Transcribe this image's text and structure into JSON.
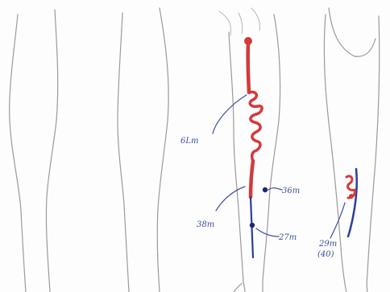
{
  "colors": {
    "vein_red": "#d33a3a",
    "vein_blue": "#2a3ea0",
    "ink": "#3d4f9a",
    "outline": "#9a9a9a"
  },
  "annotations": {
    "label_upper": "6Lm",
    "label_mid_right": "36m",
    "label_mid_left": "38m",
    "label_lower_right": "27m",
    "label_side_line1": "29m",
    "label_side_line2": "(40)"
  }
}
